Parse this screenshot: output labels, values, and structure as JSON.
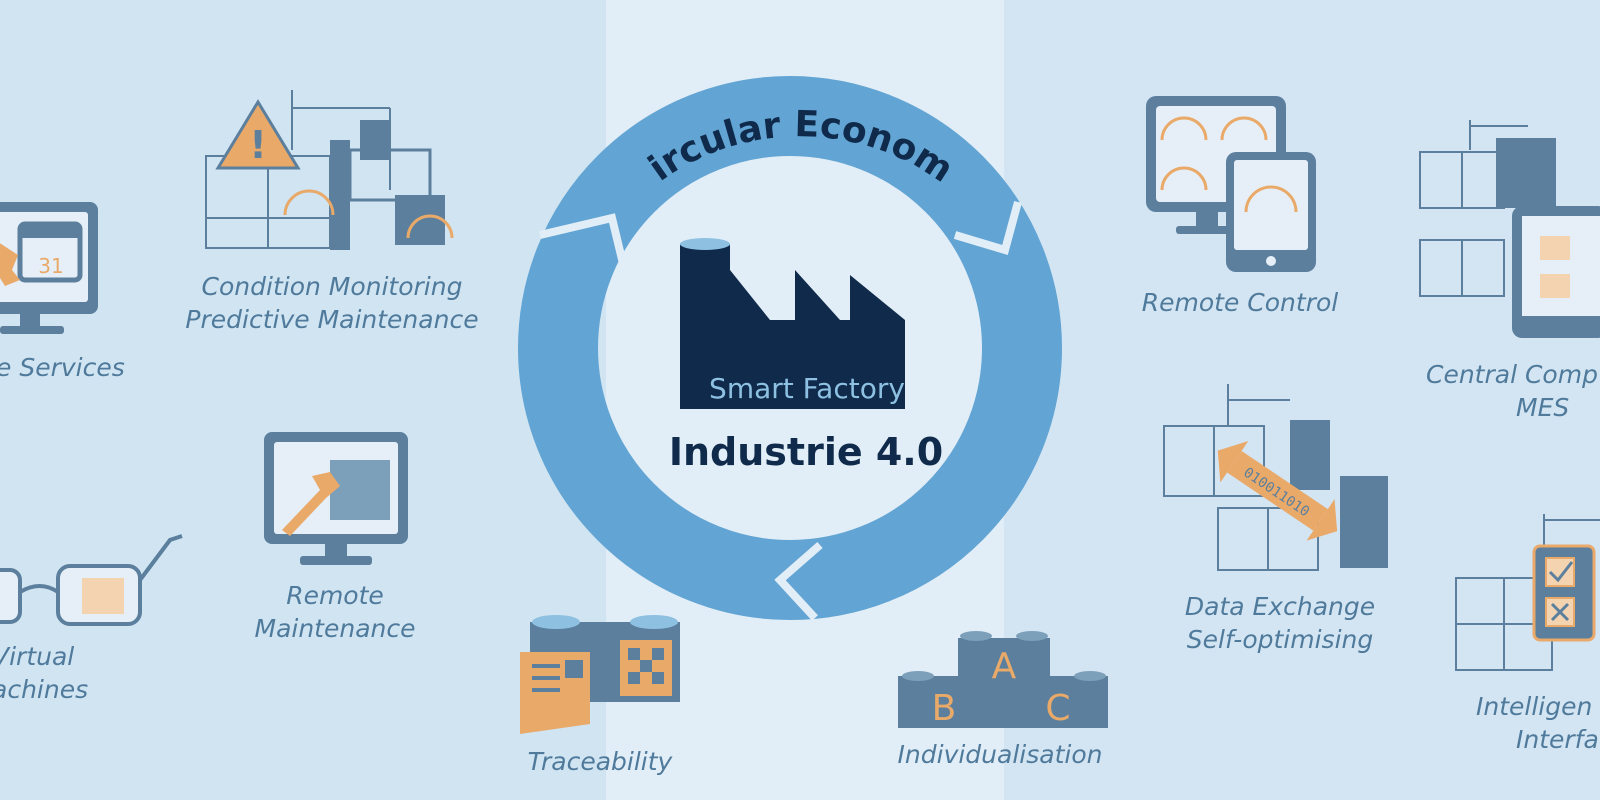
{
  "center": {
    "ring_text": "Circular Economy",
    "factory_label": "Smart Factory",
    "title": "Industrie 4.0"
  },
  "labels": {
    "services": "e Services",
    "condition_1": "Condition Monitoring",
    "condition_2": "Predictive Maintenance",
    "remote_maint_1": "Remote",
    "remote_maint_2": "Maintenance",
    "virtual_1": "Virtual",
    "virtual_2": "achines",
    "traceability": "Traceability",
    "individualisation": "Individualisation",
    "remote_control": "Remote Control",
    "central_1": "Central Comp",
    "central_2": "MES",
    "data_exchange_1": "Data Exchange",
    "data_exchange_2": "Self-optimising",
    "intelligent_1": "Intelligen",
    "intelligent_2": "Interfa"
  },
  "icon_text": {
    "calendar_day": "31",
    "binary": "010011010",
    "block_a": "A",
    "block_b": "B",
    "block_c": "C"
  },
  "colors": {
    "background": "#d0e4f2",
    "ring": "#62a4d3",
    "navy": "#0f2a4a",
    "icon_blue": "#5b7f9d",
    "orange": "#e9a969"
  }
}
